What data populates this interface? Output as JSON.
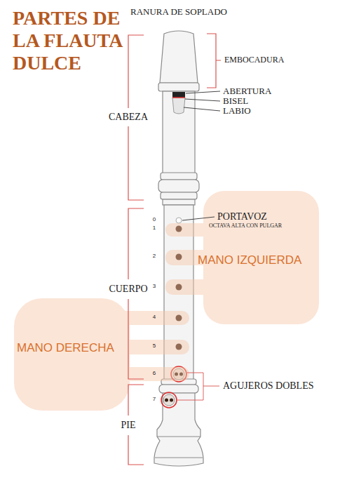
{
  "diagram": {
    "title": "PARTES DE LA FLAUTA DULCE",
    "labels": [
      "RANURA DE SOPLADO",
      "EMBOCADURA",
      "ABERTURA",
      "BISEL",
      "LABIO",
      "CABEZA",
      "PORTAVOZ",
      "OCTAVA ALTA CON PULGAR",
      "MANO IZQUIERDA",
      "CUERPO",
      "MANO DERECHA",
      "AGUJEROS DOBLES",
      "PIE",
      "0",
      "1",
      "2",
      "3",
      "4",
      "5",
      "6",
      "7"
    ]
  }
}
